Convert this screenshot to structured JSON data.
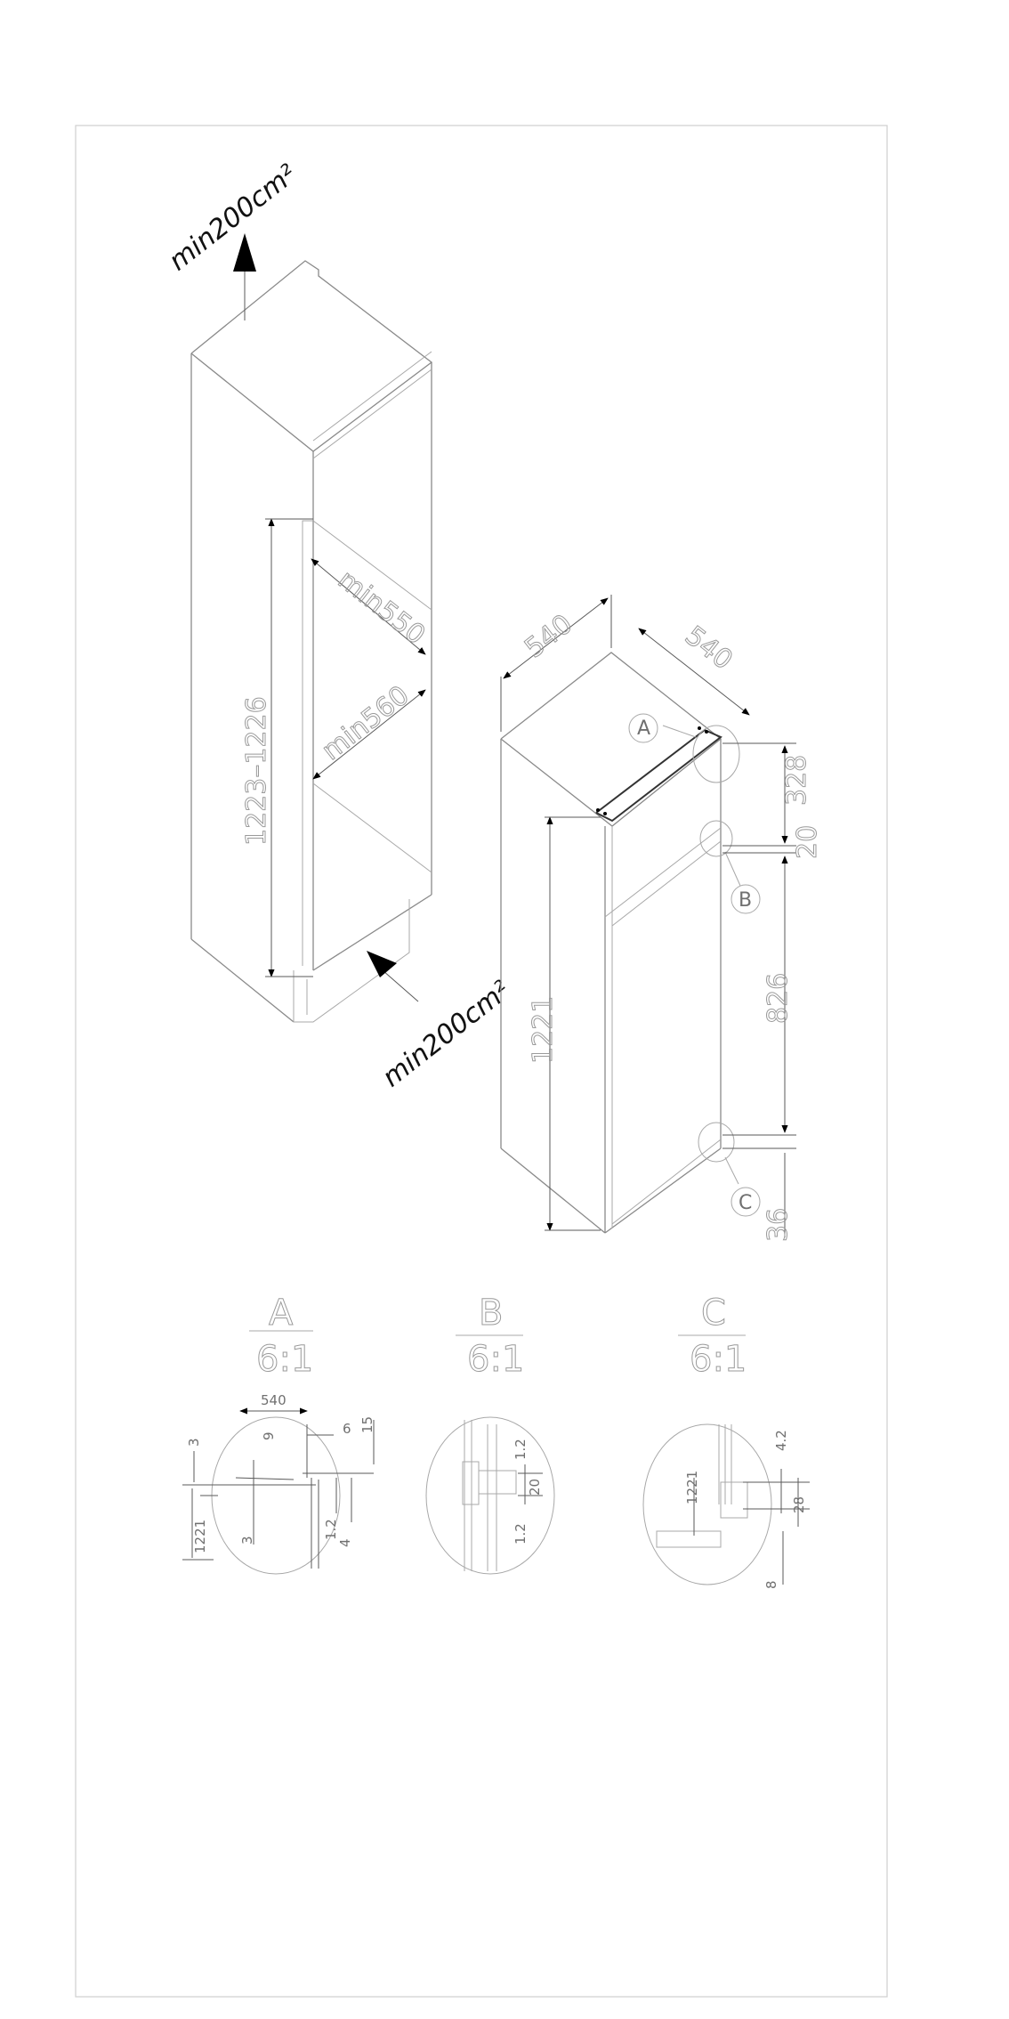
{
  "niche": {
    "vent_top": "min200cm²",
    "vent_bottom": "min200cm²",
    "height": "1223–1226",
    "width": "min560",
    "depth": "min550"
  },
  "appliance": {
    "width": "540",
    "depth": "540",
    "height": "1221",
    "dim_top": "328",
    "dim_gap": "20",
    "dim_mid": "826",
    "dim_bottom": "36",
    "callout_a": "A",
    "callout_b": "B",
    "callout_c": "C"
  },
  "details": {
    "a": {
      "title": "A",
      "scale": "6:1",
      "dims": [
        "540",
        "6",
        "15",
        "9",
        "3",
        "1221",
        "3",
        "1.2",
        "4"
      ]
    },
    "b": {
      "title": "B",
      "scale": "6:1",
      "dims": [
        "1.2",
        "20",
        "1.2"
      ]
    },
    "c": {
      "title": "C",
      "scale": "6:1",
      "dims": [
        "4.2",
        "1221",
        "28",
        "8"
      ]
    }
  }
}
